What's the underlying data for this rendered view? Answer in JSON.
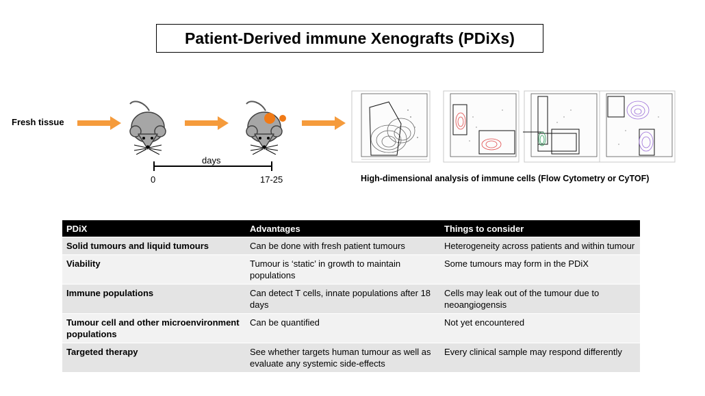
{
  "title": "Patient-Derived immune Xenografts (PDiXs)",
  "diagram": {
    "start_label": "Fresh tissue",
    "timeline_label": "days",
    "timeline_start": "0",
    "timeline_end": "17-25",
    "analysis_caption": "High-dimensional analysis of immune cells (Flow Cytometry or CyTOF)",
    "colors": {
      "arrow": "#f59b3c",
      "mouse": "#a6a6a6",
      "tumour": "#f07a16"
    }
  },
  "table": {
    "headers": [
      "PDiX",
      "Advantages",
      "Things to consider"
    ],
    "rows": [
      [
        "Solid tumours and liquid tumours",
        "Can be done with fresh patient tumours",
        "Heterogeneity across patients and within tumour"
      ],
      [
        "Viability",
        "Tumour is ‘static’ in growth to maintain populations",
        "Some tumours may form in the PDiX"
      ],
      [
        "Immune populations",
        "Can detect T cells, innate populations after 18 days",
        "Cells may leak out of the tumour due to neoangiogensis"
      ],
      [
        "Tumour cell and other microenvironment populations",
        "Can be quantified",
        "Not yet encountered"
      ],
      [
        "Targeted therapy",
        "See whether targets human tumour as well as evaluate any systemic side-effects",
        "Every clinical sample may respond differently"
      ]
    ]
  }
}
